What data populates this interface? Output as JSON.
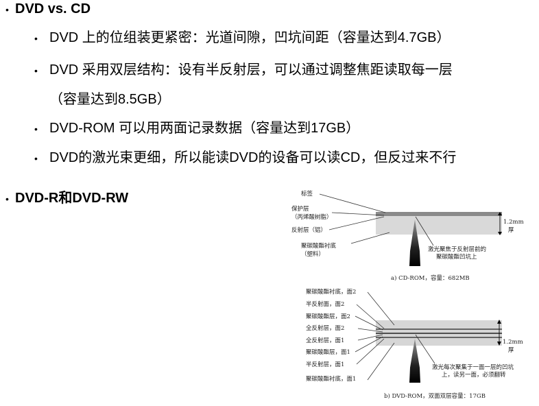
{
  "slide": {
    "sections": [
      {
        "heading": "DVD vs. CD",
        "items": [
          {
            "text": "DVD 上的位组装更紧密：光道间隙，凹坑间距（容量达到4.7GB）"
          },
          {
            "text": "DVD 采用双层结构：设有半反射层，可以通过调整焦距读取每一层",
            "continuation": "（容量达到8.5GB）"
          },
          {
            "text": "DVD-ROM 可以用两面记录数据（容量达到17GB）"
          },
          {
            "text": "DVD的激光束更细，所以能读DVD的设备可以读CD，但反过来不行"
          }
        ]
      },
      {
        "heading": "DVD-R和DVD-RW",
        "items": []
      }
    ],
    "bullet_glyph": "•"
  },
  "figure": {
    "cd": {
      "labels": [
        "标签",
        "保护层",
        "（丙烯酸树脂）",
        "反射层（铝）",
        "聚碳酸酯衬底",
        "（塑料）"
      ],
      "thickness": "1.2mm",
      "thickness_unit": "厚",
      "annotation_line1": "激光聚焦于反射层前的",
      "annotation_line2": "聚碳酸酯凹坑上",
      "caption": "a) CD-ROM，容量：682MB"
    },
    "dvd": {
      "labels": [
        "聚碳酸酯衬底，面2",
        "半反射面，面2",
        "聚碳酸酯层，面2",
        "全反射层，面2",
        "全反射层，面1",
        "聚碳酸酯层，面1",
        "半反射层，面1",
        "聚碳酸酯衬底，面1"
      ],
      "thickness": "1.2mm",
      "thickness_unit": "厚",
      "annotation_line1": "激光每次聚集于一面一层的凹坑",
      "annotation_line2": "上，读另一面，必须翻转",
      "caption": "b) DVD-ROM，双面双层容量：17GB"
    }
  }
}
